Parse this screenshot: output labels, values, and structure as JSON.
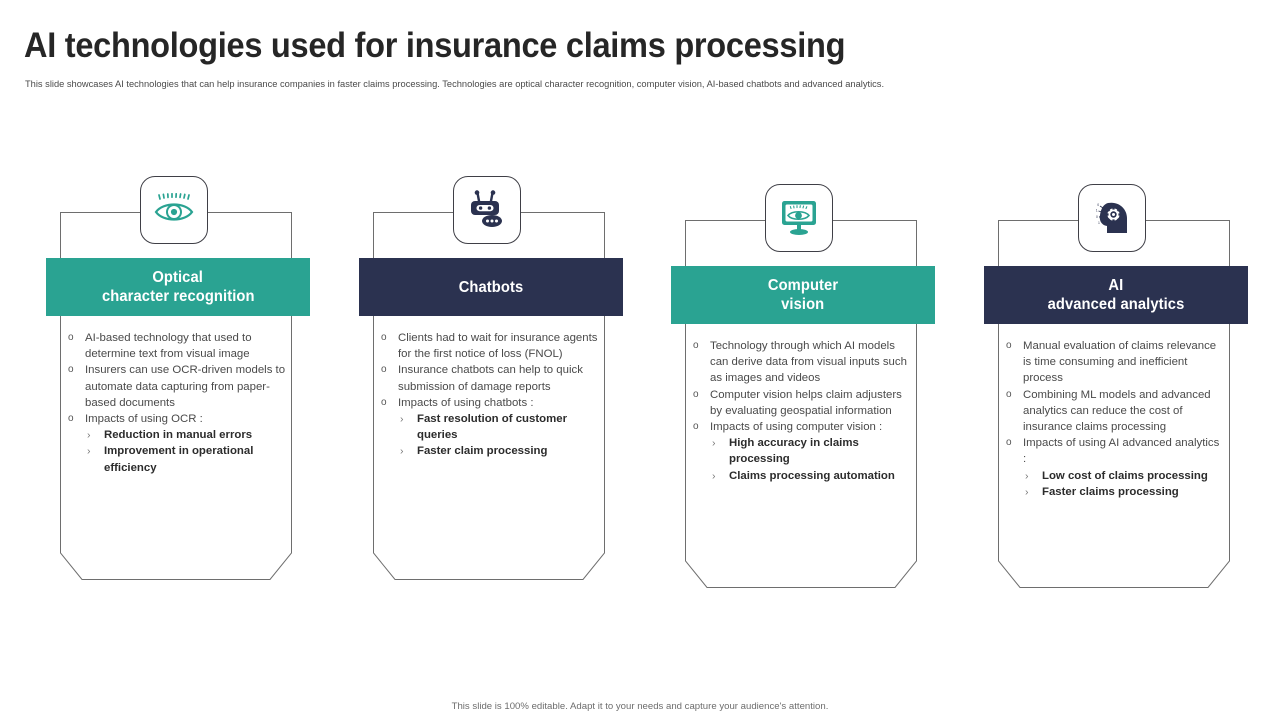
{
  "slide": {
    "title": "AI technologies used for insurance claims processing",
    "subtitle": "This slide showcases AI technologies that can help insurance companies in faster claims processing. Technologies are optical character recognition, computer vision, AI-based chatbots and advanced analytics.",
    "footer": "This slide is 100% editable. Adapt it to your needs and capture your audience's attention."
  },
  "colors": {
    "teal": "#2aa392",
    "navy": "#2b3250",
    "title_text": "#262626",
    "body_text": "#4a4a4a",
    "card_border": "#6e6e6e"
  },
  "bullet_glyphs": {
    "level1": "o",
    "level2": "›"
  },
  "columns": [
    {
      "id": "optical-character-recognition",
      "icon": "eye-icon",
      "band_color": "teal",
      "title_lines": [
        "Optical",
        "character recognition"
      ],
      "bullets": [
        {
          "text": "AI-based technology that used to determine text from visual image",
          "subs": []
        },
        {
          "text": "Insurers can use OCR-driven models to automate data capturing from paper-based documents",
          "subs": []
        },
        {
          "text": "Impacts of using OCR :",
          "subs": [
            "Reduction in manual errors",
            "Improvement in operational efficiency"
          ]
        }
      ]
    },
    {
      "id": "chatbots",
      "icon": "robot-icon",
      "band_color": "navy",
      "title_lines": [
        "Chatbots"
      ],
      "bullets": [
        {
          "text": "Clients had to wait for insurance agents for the first notice of loss (FNOL)",
          "subs": []
        },
        {
          "text": "Insurance chatbots can help to quick submission of damage reports",
          "subs": []
        },
        {
          "text": "Impacts of using chatbots :",
          "subs": [
            "Fast resolution of customer queries",
            "Faster claim processing"
          ]
        }
      ]
    },
    {
      "id": "computer-vision",
      "icon": "monitor-eye-icon",
      "band_color": "teal",
      "title_lines": [
        "Computer",
        "vision"
      ],
      "bullets": [
        {
          "text": "Technology through which AI models can derive data from visual inputs such as images and videos",
          "subs": []
        },
        {
          "text": "Computer vision helps claim adjusters by evaluating geospatial information",
          "subs": []
        },
        {
          "text": "Impacts of using computer vision :",
          "subs": [
            "High accuracy in claims processing",
            "Claims processing automation"
          ]
        }
      ]
    },
    {
      "id": "ai-advanced-analytics",
      "icon": "head-gear-icon",
      "band_color": "navy",
      "title_lines": [
        "AI",
        "advanced analytics"
      ],
      "bullets": [
        {
          "text": "Manual evaluation of claims relevance is time consuming and inefficient process",
          "subs": []
        },
        {
          "text": "Combining ML models and advanced analytics can reduce the cost of insurance claims processing",
          "subs": []
        },
        {
          "text": "Impacts of using AI advanced analytics :",
          "subs": [
            "Low cost of claims processing",
            "Faster claims processing"
          ]
        }
      ]
    }
  ]
}
